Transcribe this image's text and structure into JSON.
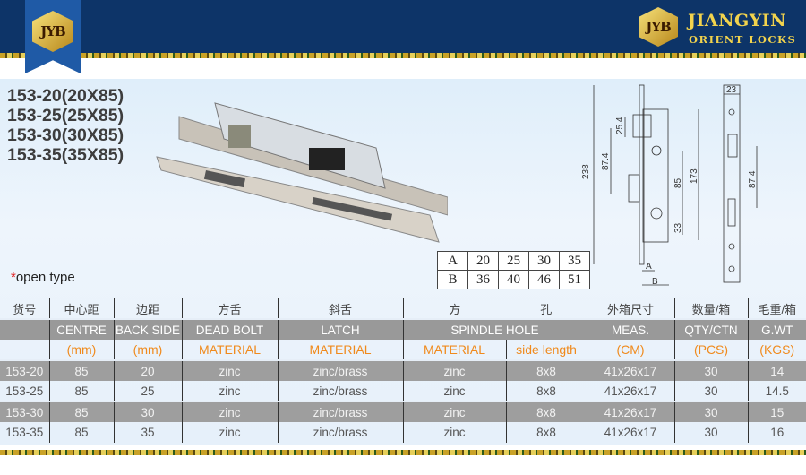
{
  "brand": {
    "logo_text": "JYB",
    "name_line1": "JIANGYIN",
    "name_line2": "ORIENT LOCKS"
  },
  "models": [
    "153-20(20X85)",
    "153-25(25X85)",
    "153-30(30X85)",
    "153-35(35X85)"
  ],
  "open_type": {
    "asterisk": "*",
    "label": "open type"
  },
  "drawing_dims": {
    "d238": "238",
    "d25_4": "25.4",
    "d87_4": "87.4",
    "d85": "85",
    "d173": "173",
    "d33": "33",
    "dA": "A",
    "dB": "B",
    "d23": "23",
    "d87_4b": "87.4"
  },
  "dims_table": {
    "rows": [
      {
        "label": "A",
        "values": [
          "20",
          "25",
          "30",
          "35"
        ]
      },
      {
        "label": "B",
        "values": [
          "36",
          "40",
          "46",
          "51"
        ]
      }
    ]
  },
  "spec_table": {
    "header_cn": [
      "货号",
      "中心距",
      "边距",
      "方舌",
      "斜舌",
      "方",
      "孔",
      "外箱尺寸",
      "数量/箱",
      "毛重/箱"
    ],
    "header_en": [
      "",
      "CENTRE",
      "BACK SIDE",
      "DEAD BOLT",
      "LATCH",
      "SPINDLE HOLE",
      "MEAS.",
      "QTY/CTN",
      "G.WT"
    ],
    "header_unit": [
      "",
      "(mm)",
      "(mm)",
      "MATERIAL",
      "MATERIAL",
      "MATERIAL",
      "side length",
      "(CM)",
      "(PCS)",
      "(KGS)"
    ],
    "rows": [
      [
        "153-20",
        "85",
        "20",
        "zinc",
        "zinc/brass",
        "zinc",
        "8x8",
        "41x26x17",
        "30",
        "14"
      ],
      [
        "153-25",
        "85",
        "25",
        "zinc",
        "zinc/brass",
        "zinc",
        "8x8",
        "41x26x17",
        "30",
        "14.5"
      ],
      [
        "153-30",
        "85",
        "30",
        "zinc",
        "zinc/brass",
        "zinc",
        "8x8",
        "41x26x17",
        "30",
        "15"
      ],
      [
        "153-35",
        "85",
        "35",
        "zinc",
        "zinc/brass",
        "zinc",
        "8x8",
        "41x26x17",
        "30",
        "16"
      ]
    ]
  },
  "colors": {
    "header": "#0d3468",
    "accent": "#f08a1c",
    "gold": "#f2d34d"
  }
}
